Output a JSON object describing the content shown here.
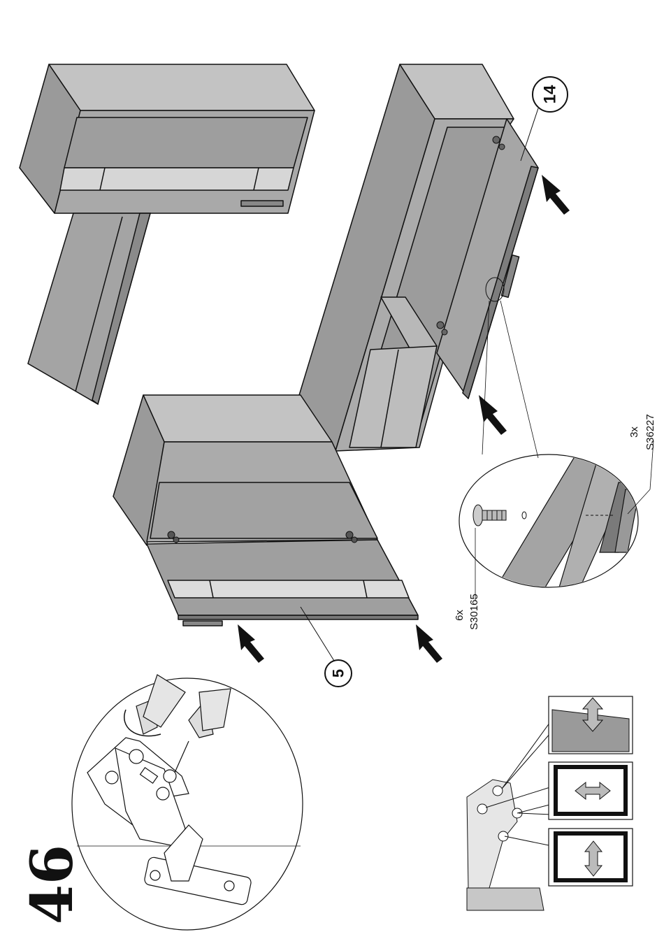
{
  "step": {
    "number": "46"
  },
  "callouts": [
    {
      "id": "part-14",
      "label": "14"
    },
    {
      "id": "part-5",
      "label": "5"
    }
  ],
  "fasteners": [
    {
      "qty": "6x",
      "code": "S30165"
    },
    {
      "qty": "3x",
      "code": "S36227"
    }
  ],
  "hinge_adjust_panels": [
    {
      "id": "depth",
      "icon": "double-arrow-icon"
    },
    {
      "id": "side",
      "icon": "double-arrow-icon"
    },
    {
      "id": "height",
      "icon": "double-arrow-icon"
    }
  ],
  "colors": {
    "panel": "#a9a9a9",
    "panel_dark": "#8c8c8c",
    "panel_light": "#c8c8c8",
    "line": "#111111"
  }
}
